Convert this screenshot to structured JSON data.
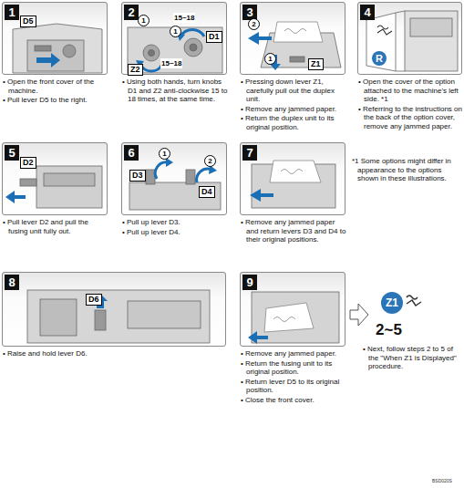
{
  "diagram": {
    "nodes": [
      {
        "text": [
          "1",
          "• Open the front cover of the machine.",
          "• Pull lever D5 to the right."
        ]
      },
      {
        "text": [
          "2",
          "• Using both hands, turn knobs D1 and Z2 anti-clockwise 15 to 18 times, at the same time."
        ]
      },
      {
        "text": [
          "3",
          "• Pressing down lever Z1, carefully pull out the duplex unit.",
          "• Remove any jammed paper.",
          "• Return the duplex unit to its original position."
        ]
      },
      {
        "text": [
          "4",
          "• Open the cover of the option attached to the machine's left side. *1",
          "• Referring to the instructions on the back of the option cover, remove any jammed paper."
        ]
      },
      {
        "text": [
          "5",
          "• Pull lever D2 and pull the fusing unit fully out."
        ]
      },
      {
        "text": [
          "6",
          "• Pull up lever D3.",
          "• Pull up lever D4."
        ]
      },
      {
        "text": [
          "7",
          "• Remove any jammed paper and return levers D3 and D4 to their original positions."
        ]
      },
      {
        "text": [
          "8",
          "• Raise and hold lever D6."
        ]
      },
      {
        "text": [
          "9",
          "• Remove any jammed paper.",
          "• Return the fusing unit to its original position.",
          "• Return lever D5 to its original position.",
          "• Close the front cover."
        ]
      }
    ],
    "labels": [
      "D5",
      "1",
      "15~18",
      "1",
      "D1",
      "Z2",
      "15~18",
      "2",
      "1",
      "Z1",
      "R",
      "D2",
      "D3",
      "D4",
      "1",
      "2",
      "D6",
      "*1 Some options might differ in appearance to the options shown in these illustrations.",
      "Z1",
      "2~5",
      "• Next, follow steps 2 to 5 of the \"When Z1 is Displayed\" procedure.",
      "BSD020S"
    ]
  }
}
